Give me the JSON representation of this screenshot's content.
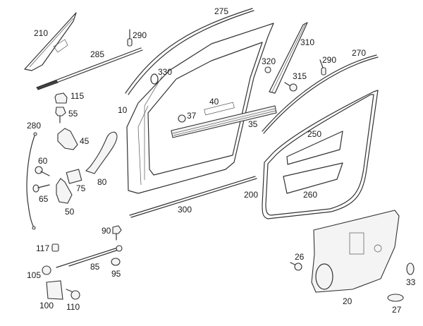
{
  "diagram": {
    "title": "Front door parts exploded view",
    "colors": {
      "line": "#333333",
      "label": "#1a1a1a",
      "background": "#ffffff"
    },
    "parts": [
      {
        "id": "p210",
        "number": "210"
      },
      {
        "id": "p285",
        "number": "285"
      },
      {
        "id": "p290a",
        "number": "290"
      },
      {
        "id": "p275",
        "number": "275"
      },
      {
        "id": "p330",
        "number": "330"
      },
      {
        "id": "p320",
        "number": "320"
      },
      {
        "id": "p310",
        "number": "310"
      },
      {
        "id": "p290b",
        "number": "290"
      },
      {
        "id": "p270",
        "number": "270"
      },
      {
        "id": "p315",
        "number": "315"
      },
      {
        "id": "p115",
        "number": "115"
      },
      {
        "id": "p55",
        "number": "55"
      },
      {
        "id": "p10",
        "number": "10"
      },
      {
        "id": "p40",
        "number": "40"
      },
      {
        "id": "p37",
        "number": "37"
      },
      {
        "id": "p35",
        "number": "35"
      },
      {
        "id": "p280",
        "number": "280"
      },
      {
        "id": "p45",
        "number": "45"
      },
      {
        "id": "p250",
        "number": "250"
      },
      {
        "id": "p60",
        "number": "60"
      },
      {
        "id": "p75",
        "number": "75"
      },
      {
        "id": "p80",
        "number": "80"
      },
      {
        "id": "p65",
        "number": "65"
      },
      {
        "id": "p50",
        "number": "50"
      },
      {
        "id": "p200",
        "number": "200"
      },
      {
        "id": "p260",
        "number": "260"
      },
      {
        "id": "p300",
        "number": "300"
      },
      {
        "id": "p90",
        "number": "90"
      },
      {
        "id": "p117",
        "number": "117"
      },
      {
        "id": "p85",
        "number": "85"
      },
      {
        "id": "p105",
        "number": "105"
      },
      {
        "id": "p95",
        "number": "95"
      },
      {
        "id": "p100",
        "number": "100"
      },
      {
        "id": "p110",
        "number": "110"
      },
      {
        "id": "p26",
        "number": "26"
      },
      {
        "id": "p33",
        "number": "33"
      },
      {
        "id": "p20",
        "number": "20"
      },
      {
        "id": "p27",
        "number": "27"
      }
    ]
  }
}
